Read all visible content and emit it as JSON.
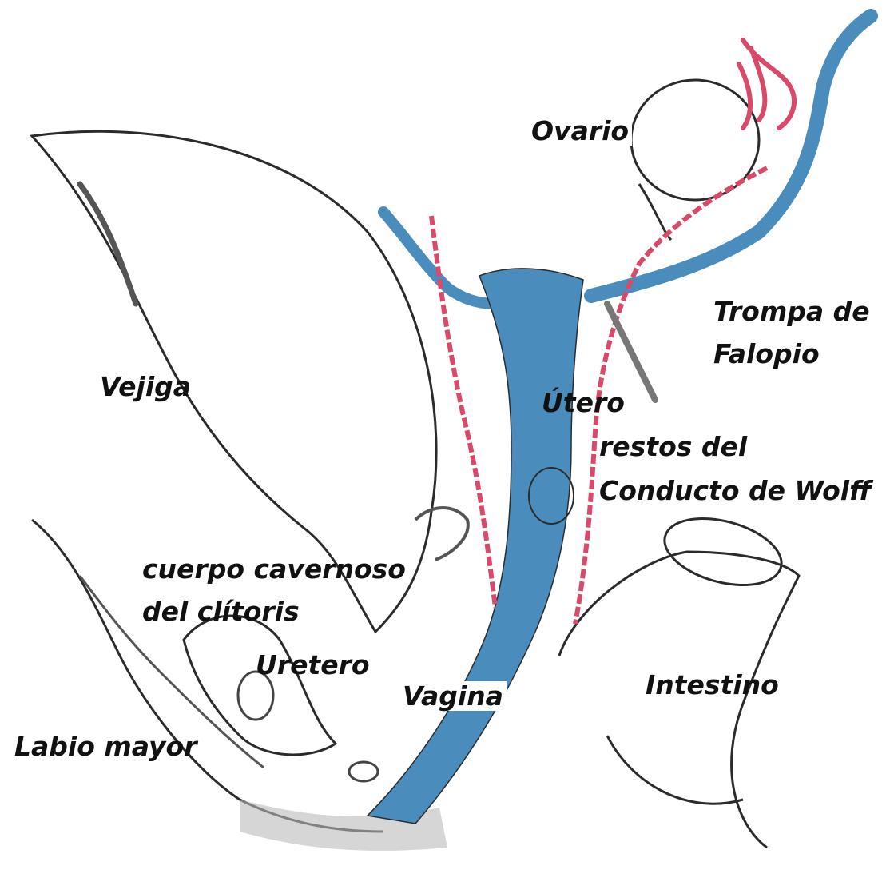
{
  "labels": {
    "ovario": "Ovario",
    "trompa_line1": "Trompa de",
    "trompa_line2": "Falopio",
    "vejiga": "Vejiga",
    "utero": "Útero",
    "wolff_line1": "restos del",
    "wolff_line2": "Conducto de Wolff",
    "cuerpo_line1": "cuerpo cavernoso",
    "cuerpo_line2": "del clítoris",
    "uretero": "Uretero",
    "vagina": "Vagina",
    "intestino": "Intestino",
    "labio_mayor": "Labio mayor"
  },
  "colors": {
    "duct_blue": "#4a8dbd",
    "wolff_red": "#d94a6a",
    "outline": "#2b2b2b",
    "shading": "#555555"
  }
}
